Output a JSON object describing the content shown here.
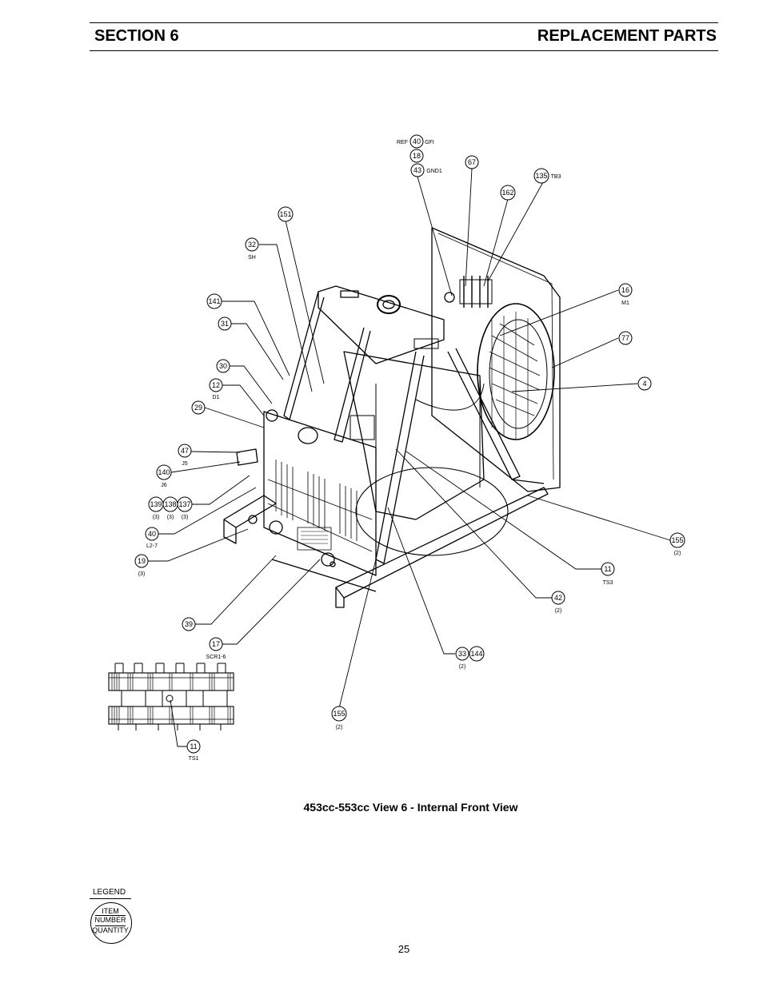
{
  "header": {
    "section": "SECTION 6",
    "title": "REPLACEMENT PARTS"
  },
  "figure": {
    "caption": "453cc-553cc View 6 - Internal Front View",
    "callouts": [
      {
        "num": "40",
        "prefix": "REF",
        "ref": "GFI"
      },
      {
        "num": "18"
      },
      {
        "num": "43",
        "ref": "GND1"
      },
      {
        "num": "67"
      },
      {
        "num": "135",
        "ref": "TB3"
      },
      {
        "num": "162"
      },
      {
        "num": "151"
      },
      {
        "num": "32",
        "ref": "SH"
      },
      {
        "num": "16",
        "ref": "M1"
      },
      {
        "num": "141"
      },
      {
        "num": "77"
      },
      {
        "num": "31"
      },
      {
        "num": "30"
      },
      {
        "num": "4"
      },
      {
        "num": "12",
        "ref": "D1"
      },
      {
        "num": "29"
      },
      {
        "num": "47",
        "ref": "J5"
      },
      {
        "num": "140",
        "ref": "J6"
      },
      {
        "num": "139",
        "qty": "(3)"
      },
      {
        "num": "138",
        "qty": "(3)"
      },
      {
        "num": "137",
        "qty": "(3)"
      },
      {
        "num": "40",
        "ref": "L2-7"
      },
      {
        "num": "155",
        "qty": "(2)"
      },
      {
        "num": "19",
        "qty": "(3)"
      },
      {
        "num": "11",
        "ref": "TS3"
      },
      {
        "num": "42",
        "qty": "(2)"
      },
      {
        "num": "39"
      },
      {
        "num": "17",
        "ref": "SCR1-6"
      },
      {
        "num": "33",
        "qty": "(2)"
      },
      {
        "num": "144"
      },
      {
        "num": "155",
        "qty": "(2)"
      },
      {
        "num": "11",
        "ref": "TS1"
      }
    ]
  },
  "legend": {
    "title": "LEGEND",
    "line1": "ITEM",
    "line2": "NUMBER",
    "line3": "QUANTITY"
  },
  "page_number": "25"
}
